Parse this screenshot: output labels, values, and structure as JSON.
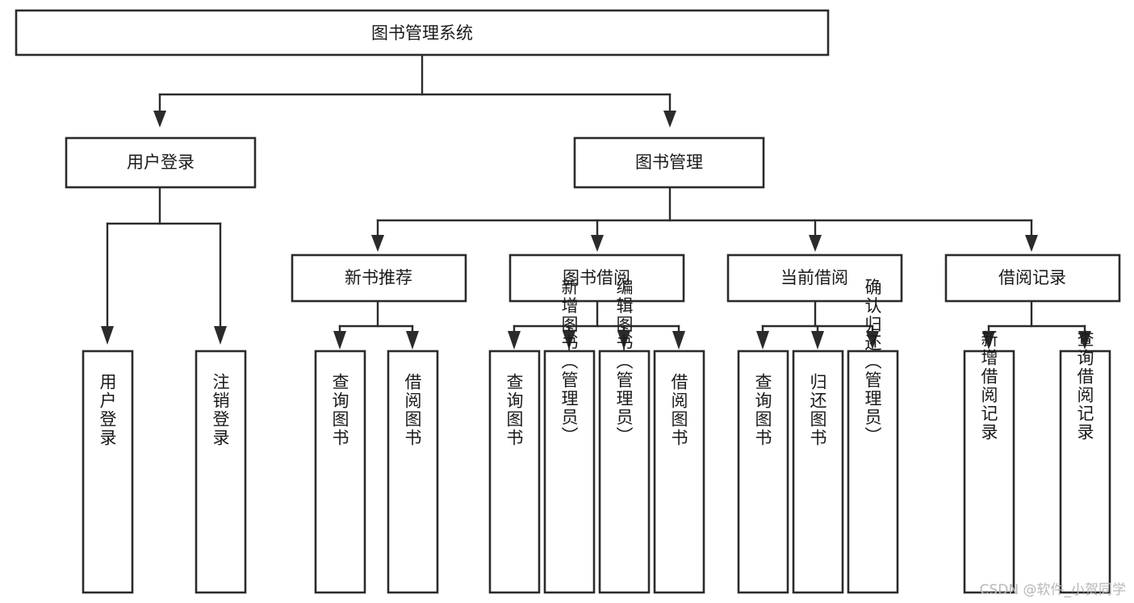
{
  "diagram": {
    "title": "图书管理系统",
    "type": "tree-hierarchy-diagram",
    "colors": {
      "box_stroke": "#2b2b2b",
      "box_fill": "#ffffff",
      "text": "#1a1a1a",
      "background": "#ffffff",
      "watermark": "#b7b7b7"
    },
    "levels": {
      "root": {
        "label": "图书管理系统"
      },
      "level2": [
        {
          "label": "用户登录"
        },
        {
          "label": "图书管理"
        }
      ],
      "level3": [
        {
          "label": "新书推荐"
        },
        {
          "label": "图书借阅"
        },
        {
          "label": "当前借阅"
        },
        {
          "label": "借阅记录"
        }
      ],
      "leaves": {
        "user_login": [
          {
            "label": "用户登录"
          },
          {
            "label": "注销登录"
          }
        ],
        "new_book_recommend": [
          {
            "label": "查询图书"
          },
          {
            "label": "借阅图书"
          }
        ],
        "book_borrow": [
          {
            "label": "查询图书"
          },
          {
            "label": "新增图书（管理员）"
          },
          {
            "label": "编辑图书（管理员）"
          },
          {
            "label": "借阅图书"
          }
        ],
        "current_borrow": [
          {
            "label": "查询图书"
          },
          {
            "label": "归还图书"
          },
          {
            "label": "确认归还（管理员）"
          }
        ],
        "borrow_record": [
          {
            "label": "新增借阅记录"
          },
          {
            "label": "查询借阅记录"
          }
        ]
      }
    }
  },
  "watermark": {
    "text": "CSDN @软件_小贺同学"
  }
}
